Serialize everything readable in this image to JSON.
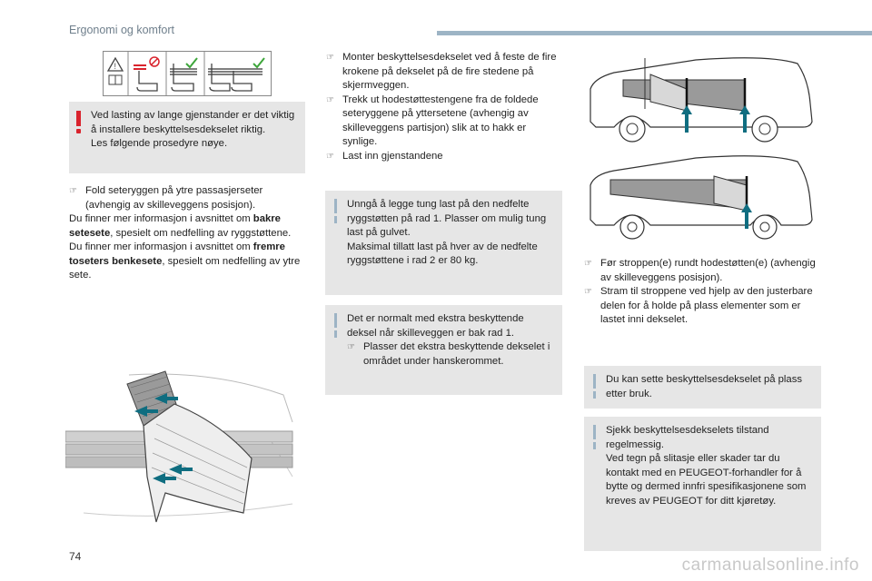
{
  "header": {
    "section_title": "Ergonomi og komfort"
  },
  "page": {
    "number": "74",
    "watermark": "carmanualsonline.info"
  },
  "column1": {
    "warning": [
      "Ved lasting av lange gjenstander er det viktig å installere beskyttelsesdekselet riktig.",
      "Les følgende prosedyre nøye."
    ],
    "bullet1": "Fold seteryggen på ytre passasjerseter (avhengig av skilleveggens posisjon).",
    "para_a_pre": "Du finner mer informasjon i avsnittet om ",
    "para_a_bold": "bakre setesete",
    "para_a_post": ", spesielt om nedfelling av ryggstøttene.",
    "para_b_pre": "Du finner mer informasjon i avsnittet om ",
    "para_b_bold": "fremre toseters benkesete",
    "para_b_post": ", spesielt om nedfelling av ytre sete."
  },
  "column2": {
    "bullets": [
      "Monter beskyttelsesdekselet ved å feste de fire krokene på dekselet på de fire stedene på skjermveggen.",
      "Trekk ut hodestøttestengene fra de foldede seteryggene på yttersetene (avhengig av skilleveggens partisjon) slik at to hakk er synlige.",
      "Last inn gjenstandene"
    ],
    "info1": [
      "Unngå å legge tung last på den nedfelte ryggstøtten på rad 1. Plasser om mulig tung last på gulvet.",
      "Maksimal tillatt last på hver av de nedfelte ryggstøttene i rad 2 er 80 kg."
    ],
    "info2_text": "Det er normalt med ekstra beskyttende deksel når skilleveggen er bak rad 1.",
    "info2_bullet": "Plasser det ekstra beskyttende dekselet i området under hanskerommet."
  },
  "column3": {
    "bullets": [
      "Før stroppen(e) rundt hodestøtten(e) (avhengig av skilleveggens posisjon).",
      "Stram til stroppene ved hjelp av den justerbare delen for å holde på plass elementer som er lastet inni dekselet."
    ],
    "info1": "Du kan sette beskyttelsesdekselet på plass etter bruk.",
    "info2": [
      "Sjekk beskyttelsesdekselets tilstand regelmessig.",
      "Ved tegn på slitasje eller skader tar du kontakt med en PEUGEOT-forhandler for å bytte og dermed innfri spesifikasjonene som kreves av PEUGEOT for ditt kjøretøy."
    ]
  },
  "colors": {
    "accent": "#9db4c5",
    "warning": "#d9232d",
    "box_bg": "#e6e6e6",
    "arrow": "#0f6d80"
  },
  "icons": [
    "warning-triangle-icon",
    "manual-book-icon",
    "prohibited-icon",
    "check-icon",
    "bullet-pointer-icon"
  ]
}
